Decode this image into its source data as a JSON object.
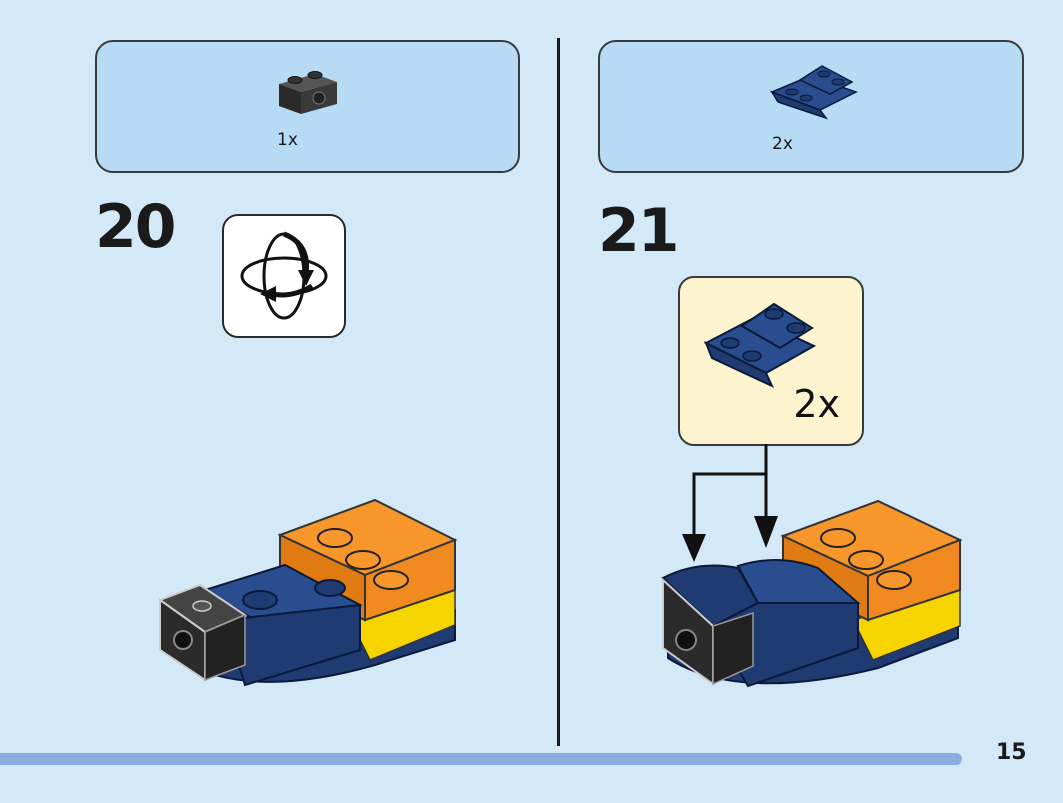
{
  "steps": [
    {
      "number": "20",
      "parts": [
        {
          "qty": "1x",
          "part_name": "black-technic-brick-1x2-icon"
        }
      ],
      "rotate_model": true
    },
    {
      "number": "21",
      "parts": [
        {
          "qty": "2x",
          "part_name": "blue-inverted-curved-slope-icon"
        }
      ],
      "callout": {
        "qty": "2x"
      }
    }
  ],
  "page_number": "15",
  "colors": {
    "background": "#d3e9f8",
    "parts_box": "#b8dbf5",
    "callout": "#fdf3cf",
    "footer_bar": "#8aaedf",
    "dark_blue_brick": "#1f3b72",
    "orange_brick": "#f7962b",
    "yellow_brick": "#f6d400",
    "black_brick": "#2b2b2b"
  }
}
